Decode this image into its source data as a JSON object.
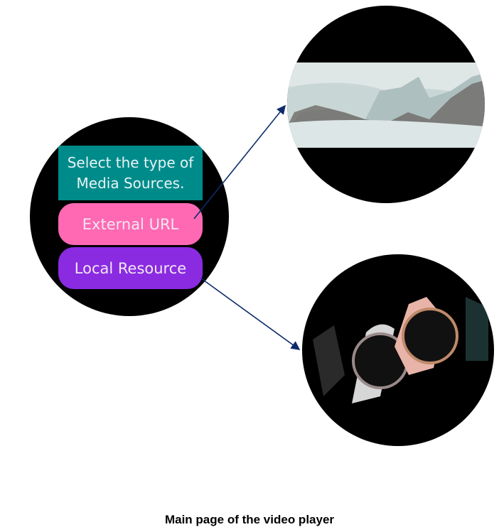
{
  "menu_screen": {
    "prompt_line1": "Select the type of",
    "prompt_line2": "Media Sources.",
    "external_url_label": "External URL",
    "local_resource_label": "Local Resource"
  },
  "caption": "Main page of the video player",
  "colors": {
    "prompt_bg": "#008b8b",
    "external_button": "#ff69b4",
    "local_button": "#8a2be2",
    "arrow": "#0d2a6b"
  }
}
